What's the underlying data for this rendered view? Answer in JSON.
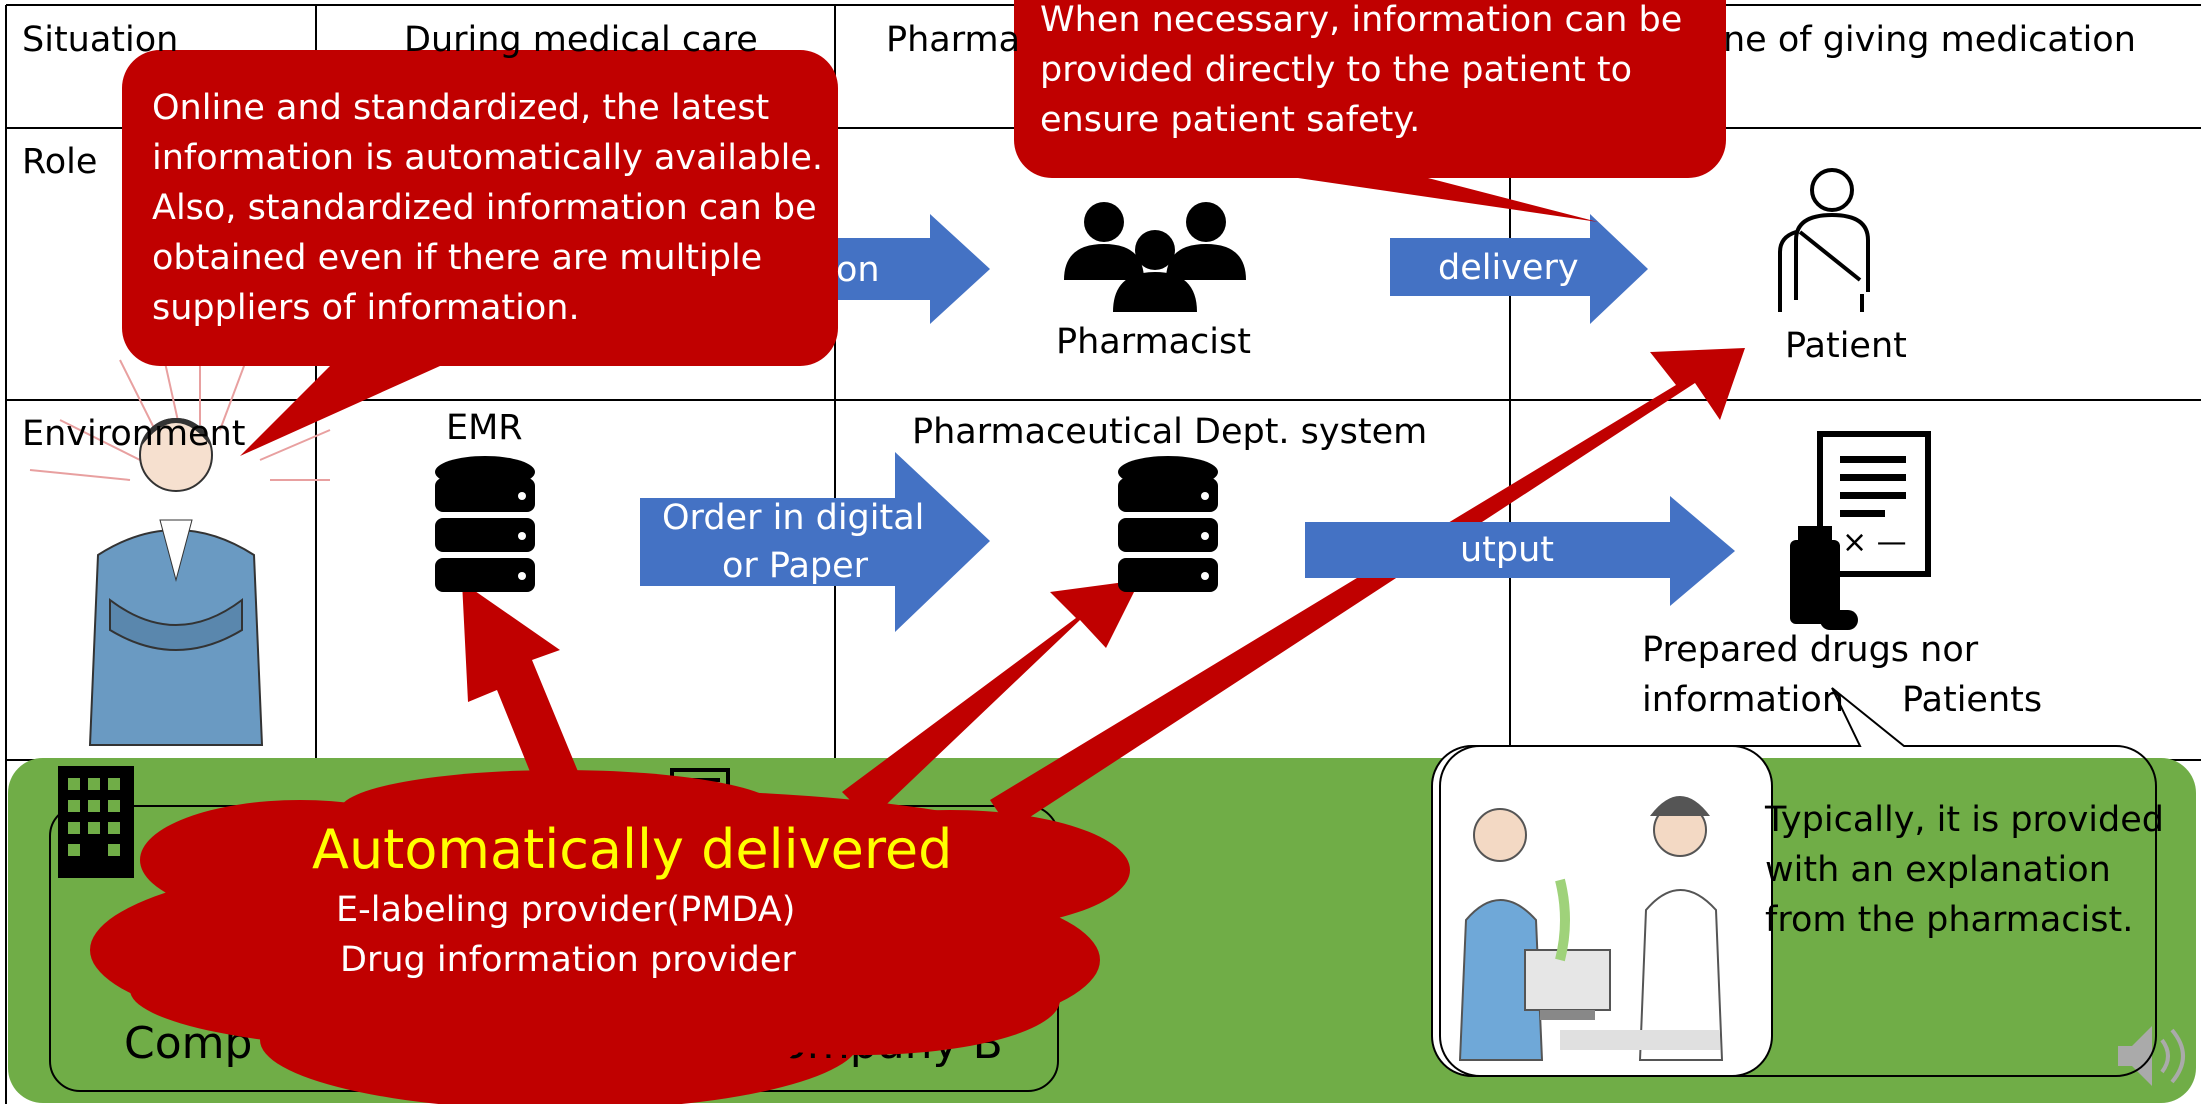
{
  "table": {
    "row_headers": [
      "Situation",
      "Role",
      "Environment"
    ],
    "situations": [
      "During medical care",
      "Pharma",
      "ne of giving medication"
    ]
  },
  "arrows": {
    "role_left": "on",
    "role_right": "delivery",
    "env_left_line1": "Order in digital",
    "env_left_line2": "or Paper",
    "env_right": "utput"
  },
  "labels": {
    "pharmacist": "Pharmacist",
    "patient": "Patient",
    "emr": "EMR",
    "pharm_system": "Pharmaceutical Dept. system",
    "prepared_line1": "Prepared drugs nor",
    "prepared_line2": "information",
    "prepared_line2b": "Patients"
  },
  "callouts": {
    "top_left": [
      "Online and standardized, the latest",
      "information is automatically available.",
      "Also, standardized information can be",
      "obtained even if there are multiple",
      "suppliers of information."
    ],
    "top_right": [
      "When necessary, information can be",
      "provided directly to the patient to",
      "ensure patient safety."
    ],
    "bottom_right": [
      "Typically, it is provided",
      "with an explanation",
      "from the pharmacist."
    ]
  },
  "cloud": {
    "title": "Automatically delivered",
    "line1": "E-labeling provider(PMDA)",
    "line2": "Drug information provider"
  },
  "companies": {
    "a": "Comp",
    "b": "ompany B"
  },
  "colors": {
    "callout_red": "#c00000",
    "arrow_blue": "#4472c4",
    "panel_green": "#70ad47",
    "title_yellow": "#ffff00"
  }
}
